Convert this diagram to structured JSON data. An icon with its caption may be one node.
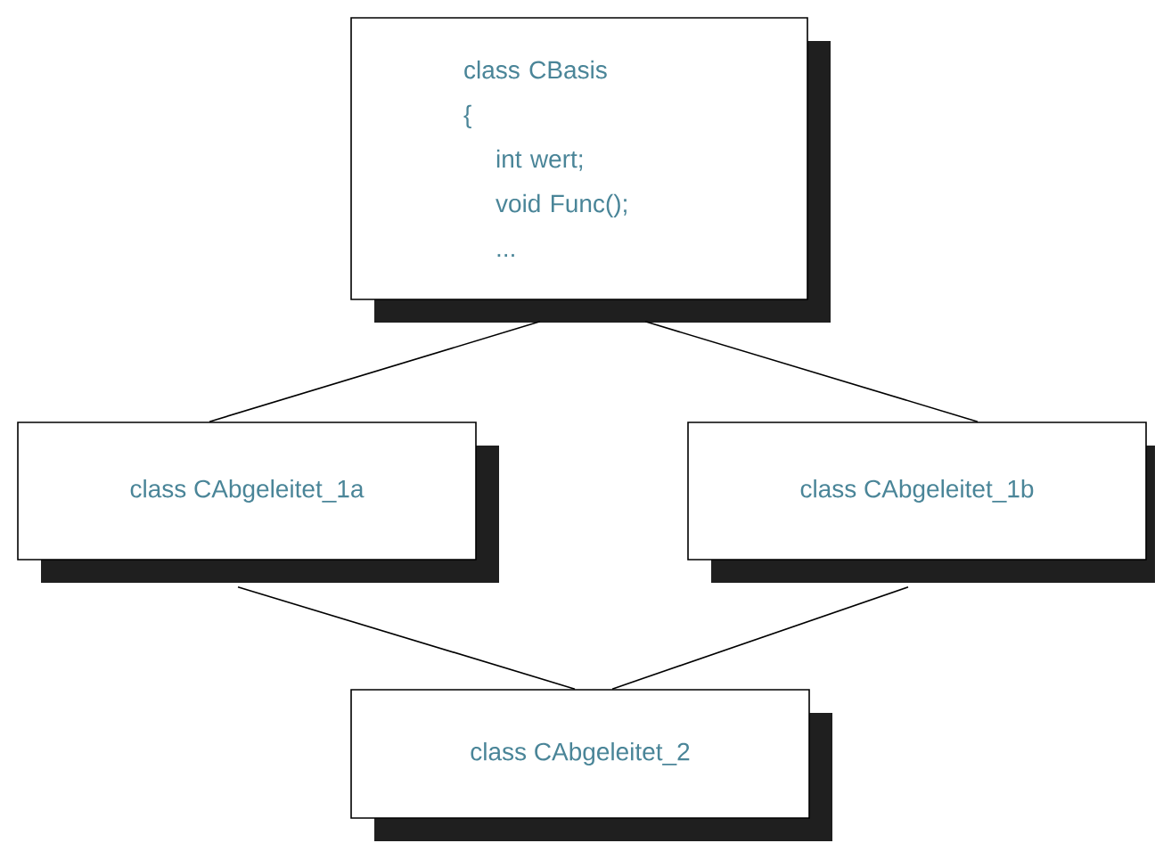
{
  "diagram": {
    "nodes": [
      {
        "text": [
          "class CBasis",
          "{",
          "int wert;",
          "void Func();",
          "..."
        ]
      },
      {
        "text": [
          "class CAbgeleitet_1a"
        ]
      },
      {
        "text": [
          "class CAbgeleitet_1b"
        ]
      },
      {
        "text": [
          "class CAbgeleitet_2"
        ]
      }
    ],
    "edges": [
      {
        "from": 0,
        "to": 1,
        "arrow": "none"
      },
      {
        "from": 0,
        "to": 2,
        "arrow": "none"
      },
      {
        "from": 1,
        "to": 3,
        "arrow": "none"
      },
      {
        "from": 2,
        "to": 3,
        "arrow": "none"
      }
    ]
  }
}
